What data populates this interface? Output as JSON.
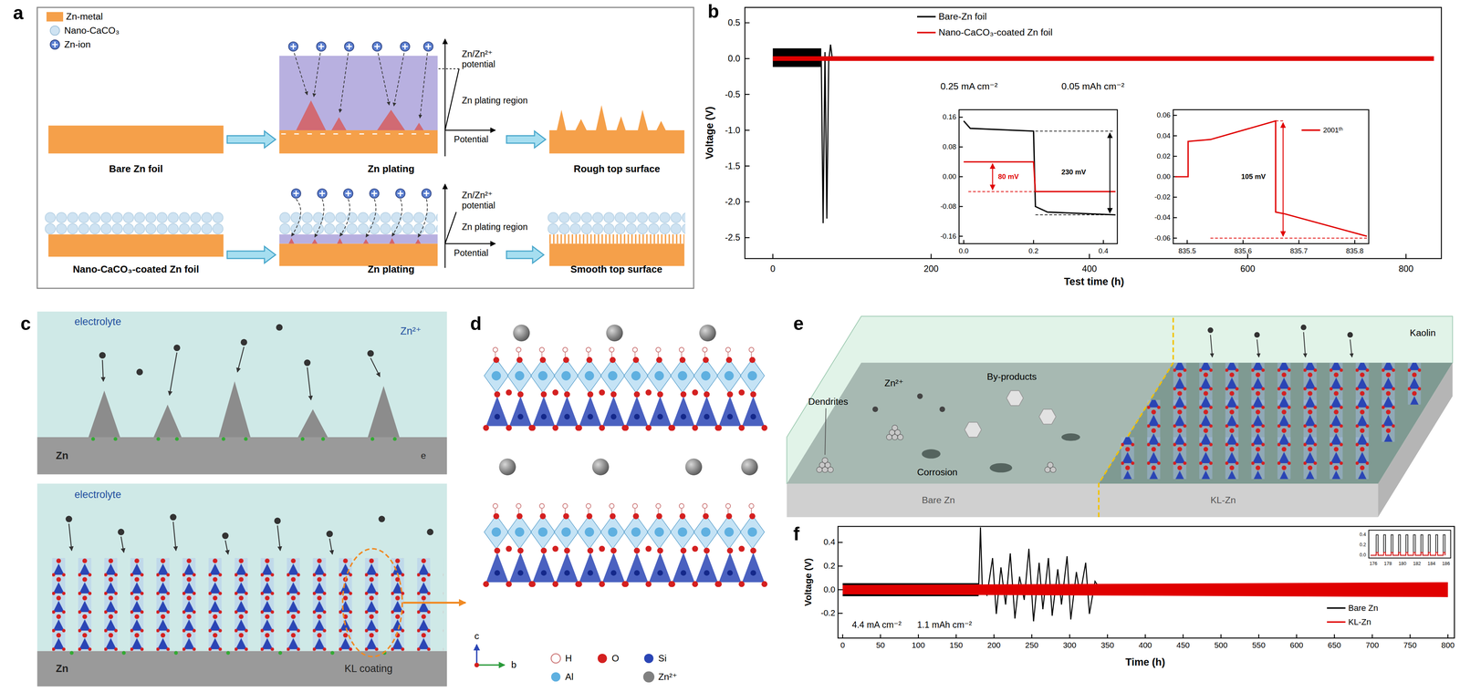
{
  "diagram": {
    "nodes": [
      {
        "text": [
          "Bare Zn foil"
        ]
      },
      {
        "text": [
          "Zn plating"
        ]
      },
      {
        "text": [
          "Rough top surface"
        ]
      },
      {
        "text": [
          "Nano-CaCO₃-coated Zn foil"
        ]
      },
      {
        "text": [
          "Zn plating"
        ]
      },
      {
        "text": [
          "Smooth top surface"
        ]
      }
    ],
    "edges": [
      {
        "from": 0,
        "to": 1,
        "arrow": "to"
      },
      {
        "from": 1,
        "to": 2,
        "arrow": "to"
      },
      {
        "from": 3,
        "to": 4,
        "arrow": "to"
      },
      {
        "from": 4,
        "to": 5,
        "arrow": "to"
      }
    ],
    "labels": [
      "a",
      "b",
      "c",
      "d",
      "e",
      "f",
      "Zn/Zn²⁺",
      "potential",
      "Zn plating region",
      "Potential",
      "Zn/Zn²⁺",
      "potential",
      "Zn plating region",
      "Potential",
      "0.5",
      "0.0",
      "-0.5",
      "-1.0",
      "-1.5",
      "-2.0",
      "-2.5",
      "Voltage (V)",
      "0",
      "200",
      "400",
      "600",
      "800",
      "Test time (h)",
      "0.25 mA cm⁻²",
      "0.05 mAh cm⁻²",
      "0.16",
      "0.08",
      "0.00",
      "-0.08",
      "-0.16",
      "0.0",
      "0.2",
      "0.4",
      "80 mV",
      "230 mV",
      "0.06",
      "0.04",
      "0.02",
      "0.00",
      "-0.02",
      "-0.04",
      "-0.06",
      "835.5",
      "835.6",
      "835.7",
      "835.8",
      "105 mV",
      "electrolyte",
      "Zn²⁺",
      "Zn",
      "e",
      "electrolyte",
      "Zn",
      "KL coating",
      "c",
      "b",
      "Zn²⁺",
      "By-products",
      "Dendrites",
      "Corrosion",
      "Bare Zn",
      "KL-Zn",
      "Kaolin",
      "0.4",
      "0.2",
      "0.0",
      "-0.2",
      "Voltage (V)",
      "0",
      "50",
      "100",
      "150",
      "200",
      "250",
      "300",
      "350",
      "400",
      "450",
      "500",
      "550",
      "600",
      "650",
      "700",
      "750",
      "800",
      "Time (h)",
      "4.4 mA cm⁻²",
      "1.1 mAh cm⁻²",
      "0.4",
      "0.2",
      "0.0",
      "176",
      "178",
      "180",
      "182",
      "184",
      "186"
    ],
    "legend": [
      {
        "text": "Zn-metal",
        "color": "#f5a04a"
      },
      {
        "text": "Nano-CaCO₃"
      },
      {
        "text": "Zn-ion"
      },
      {
        "text": "Bare-Zn foil"
      },
      {
        "text": "Nano-CaCO₃-coated Zn foil"
      },
      {
        "text": "2001ᵗʰ"
      },
      {
        "text": "H"
      },
      {
        "text": "O"
      },
      {
        "text": "Si"
      },
      {
        "text": "Al"
      },
      {
        "text": "Zn²⁺"
      },
      {
        "text": "Bare Zn"
      },
      {
        "text": "KL-Zn"
      }
    ]
  }
}
